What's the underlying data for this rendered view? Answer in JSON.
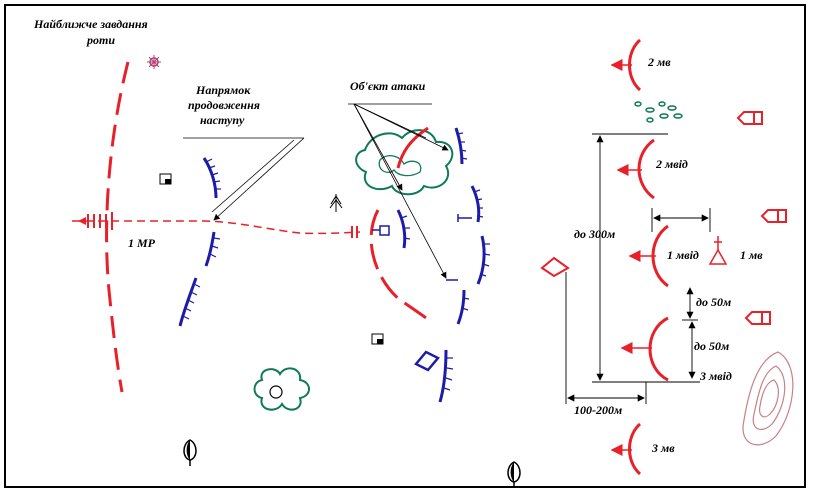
{
  "labels": {
    "task_line1": "Найближче завдання",
    "task_line2": "роти",
    "direction_line1": "Напрямок",
    "direction_line2": "продовження",
    "direction_line3": "наступу",
    "attack_object": "Об'єкт атаки",
    "start_line": "1 МР",
    "unit_2mv": "2 мв",
    "unit_2mvid": "2 мвід",
    "unit_1mvid": "1 мвід",
    "unit_1mv": "1 мв",
    "unit_3mvid": "3 мвід",
    "unit_3mv": "3 мв",
    "dist_300": "до 300м",
    "dist_50_a": "до 50м",
    "dist_50_b": "до 50м",
    "dist_100_200": "100-200м"
  },
  "colors": {
    "own_forces": "#e8202a",
    "enemy_forces": "#1c1ca8",
    "vegetation": "#0f7a5a",
    "lines": "#000000",
    "terrain": "#c8808a"
  },
  "icons": [
    "tree-icon",
    "bush-icon",
    "command-post-icon",
    "observation-post-icon",
    "diamond-icon",
    "arrow-icon"
  ]
}
